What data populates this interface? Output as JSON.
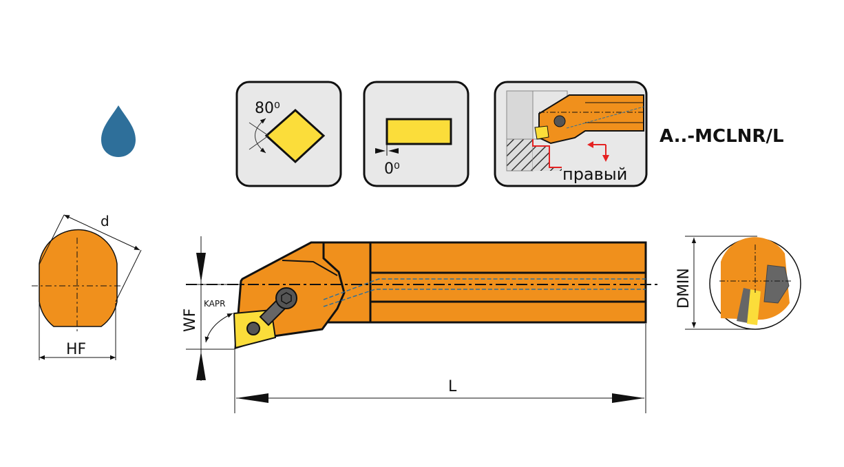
{
  "title": "A..-MCLNR/L",
  "icons": {
    "coolant": "coolant-drop-icon",
    "insert_shape": {
      "angle_label": "80⁰"
    },
    "clearance": {
      "angle_label": "0⁰"
    },
    "hand": {
      "label": "правый"
    }
  },
  "dimensions": {
    "d": "d",
    "hf": "HF",
    "wf": "WF",
    "kapr": "KAPR",
    "l": "L",
    "dmin": "DMIN"
  },
  "colors": {
    "body": "#f0901c",
    "insert": "#fbdd3a",
    "coolant": "#2e6f9a",
    "card": "#e8e8e8"
  }
}
